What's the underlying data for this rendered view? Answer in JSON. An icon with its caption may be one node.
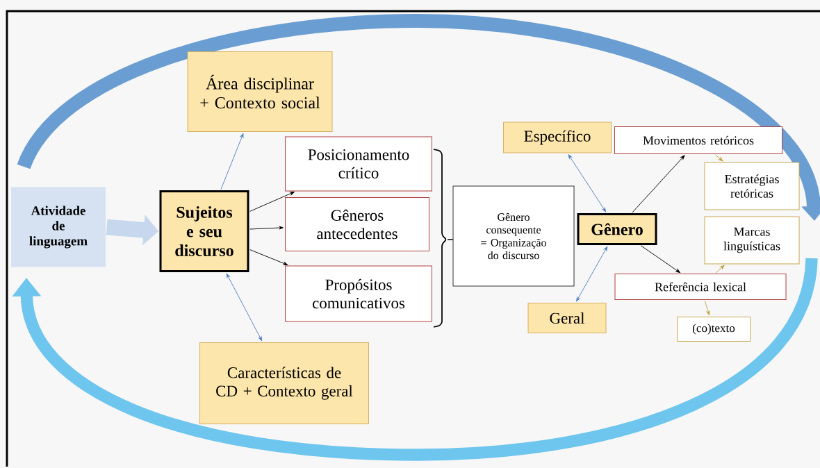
{
  "diagram": {
    "nodes": [
      {
        "text": [
          "Atividade de linguagem"
        ]
      },
      {
        "text": [
          "Área disciplinar + Contexto social"
        ]
      },
      {
        "text": [
          "Sujeitos e seu discurso"
        ]
      },
      {
        "text": [
          "Posicionamento crítico"
        ]
      },
      {
        "text": [
          "Gêneros antecedentes"
        ]
      },
      {
        "text": [
          "Propósitos comunicativos"
        ]
      },
      {
        "text": [
          "Características de CD + Contexto geral"
        ]
      },
      {
        "text": [
          "Gênero consequente = Organização do discurso"
        ]
      },
      {
        "text": [
          "Específico"
        ]
      },
      {
        "text": [
          "Gênero"
        ]
      },
      {
        "text": [
          "Geral"
        ]
      },
      {
        "text": [
          "Movimentos retóricos"
        ]
      },
      {
        "text": [
          "Estratégias retóricas"
        ]
      },
      {
        "text": [
          "Marcas linguísticas"
        ]
      },
      {
        "text": [
          "Referência lexical"
        ]
      },
      {
        "text": [
          "(co)texto"
        ]
      }
    ],
    "edges": [
      {
        "from": 0,
        "to": 2,
        "arrow": "to",
        "style": "thick",
        "color": "#c6d7ee"
      },
      {
        "from": 2,
        "to": 1,
        "arrow": "to",
        "color": "#4f81bd"
      },
      {
        "from": 2,
        "to": 3,
        "arrow": "to"
      },
      {
        "from": 2,
        "to": 4,
        "arrow": "to"
      },
      {
        "from": 2,
        "to": 5,
        "arrow": "to"
      },
      {
        "from": 2,
        "to": 6,
        "arrow": "both",
        "color": "#4f81bd"
      },
      {
        "from": 8,
        "to": 9,
        "arrow": "both",
        "color": "#4f81bd"
      },
      {
        "from": 10,
        "to": 9,
        "arrow": "both",
        "color": "#4f81bd"
      },
      {
        "from": 9,
        "to": 11,
        "arrow": "to"
      },
      {
        "from": 9,
        "to": 14,
        "arrow": "to"
      },
      {
        "from": 11,
        "to": 12,
        "arrow": "to",
        "color": "#c0a040"
      },
      {
        "from": 14,
        "to": 13,
        "arrow": "to",
        "color": "#c0a040"
      },
      {
        "from": 14,
        "to": 15,
        "arrow": "to",
        "color": "#c0a040"
      }
    ]
  }
}
